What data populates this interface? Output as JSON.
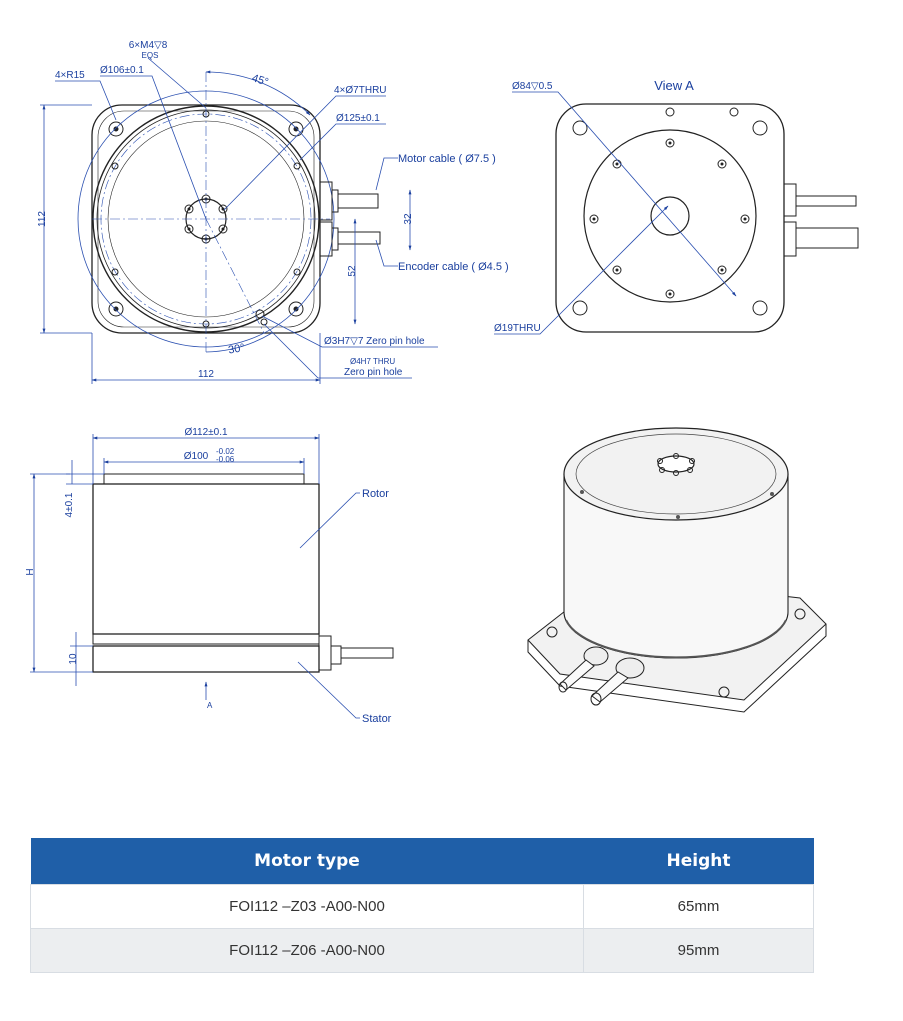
{
  "top_view": {
    "label_6xm4": "6×M4▽8",
    "label_eqs": "EQS",
    "label_4xr15": "4×R15",
    "label_d106": "Ø106±0.1",
    "label_45": "45°",
    "label_4xd7": "4×Ø7THRU",
    "label_d125": "Ø125±0.1",
    "label_motor_cable": "Motor cable ( Ø7.5 )",
    "label_encoder_cable": "Encoder cable ( Ø4.5 )",
    "label_112_v": "112",
    "label_112_h": "112",
    "label_32": "32",
    "label_52": "52",
    "label_30": "30°",
    "label_zero_pin_1": "Ø3H7▽7 Zero pin hole",
    "label_zero_pin_2a": "Ø4H7 THRU",
    "label_zero_pin_2b": "Zero pin hole"
  },
  "view_a": {
    "title": "View A",
    "label_d84": "Ø84▽0.5",
    "label_d19": "Ø19THRU"
  },
  "side_view": {
    "label_d112": "Ø112±0.1",
    "label_d100": "Ø100",
    "label_d100_tol_upper": "-0.02",
    "label_d100_tol_lower": "-0.06",
    "label_4": "4±0.1",
    "label_h": "H",
    "label_10": "10",
    "label_rotor": "Rotor",
    "label_stator": "Stator",
    "label_a": "A"
  },
  "table": {
    "headers": [
      "Motor type",
      "Height"
    ],
    "rows": [
      [
        "FOI112 –Z03 -A00-N00",
        "65mm"
      ],
      [
        "FOI112 –Z06 -A00-N00",
        "95mm"
      ]
    ]
  }
}
